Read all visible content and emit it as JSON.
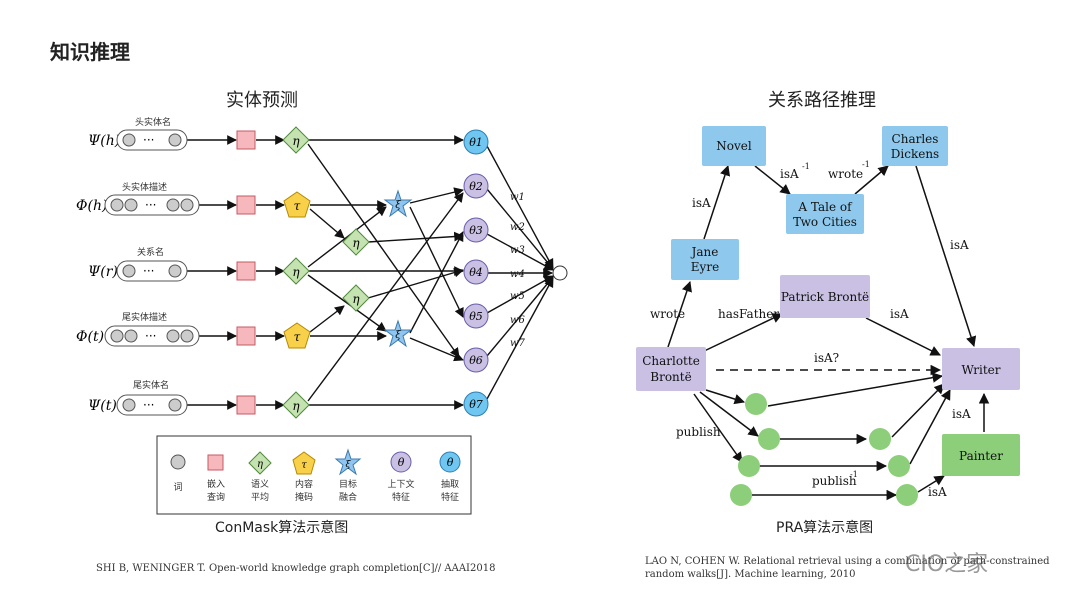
{
  "page": {
    "title": "知识推理"
  },
  "left": {
    "title": "实体预测",
    "caption": "ConMask算法示意图",
    "reference": "SHI B, WENINGER T. Open-world knowledge graph completion[C]// AAAI2018",
    "inputs": [
      {
        "label": "头实体名",
        "psi": "Ψ(h)"
      },
      {
        "label": "头实体描述",
        "psi": "Φ(h)"
      },
      {
        "label": "关系名",
        "psi": "Ψ(r)"
      },
      {
        "label": "尾实体描述",
        "psi": "Φ(t)"
      },
      {
        "label": "尾实体名",
        "psi": "Ψ(t)"
      }
    ],
    "symbols": {
      "eta": "η",
      "tau": "τ",
      "xi": "ξ",
      "dots": "···"
    },
    "thetas": [
      "θ1",
      "θ2",
      "θ3",
      "θ4",
      "θ5",
      "θ6",
      "θ7"
    ],
    "weights": [
      "w1",
      "w2",
      "w3",
      "w4",
      "w5",
      "w6",
      "w7"
    ],
    "legend": [
      {
        "symbol": "",
        "line1": "词",
        "line2": ""
      },
      {
        "symbol": "",
        "line1": "嵌入",
        "line2": "查询"
      },
      {
        "symbol": "η",
        "line1": "语义",
        "line2": "平均"
      },
      {
        "symbol": "τ",
        "line1": "内容",
        "line2": "掩码"
      },
      {
        "symbol": "ξ",
        "line1": "目标",
        "line2": "融合"
      },
      {
        "symbol": "θ",
        "line1": "上下文",
        "line2": "特征"
      },
      {
        "symbol": "θ",
        "line1": "抽取",
        "line2": "特征"
      }
    ],
    "colors": {
      "square": "#f6b8bc",
      "diamond": "#c5e3b0",
      "pentagon": "#f8d04a",
      "star": "#8fc5ee",
      "purple": "#c9c0e4",
      "blue": "#6ec6f1"
    }
  },
  "right": {
    "title": "关系路径推理",
    "caption": "PRA算法示意图",
    "reference_line1": "LAO N, COHEN W. Relational retrieval using a combination of path-constrained",
    "reference_line2": "random walks[J]. Machine learning, 2010",
    "nodes": {
      "novel": "Novel",
      "charles": [
        "Charles",
        "Dickens"
      ],
      "tale": [
        "A Tale of",
        "Two Cities"
      ],
      "jane": [
        "Jane",
        "Eyre"
      ],
      "patrick": "Patrick Brontë",
      "charlotte": [
        "Charlotte",
        "Brontë"
      ],
      "writer": "Writer",
      "painter": "Painter"
    },
    "edges": {
      "isA_novel": "isA",
      "isA_inv": "isA",
      "isA_inv_sup": "-1",
      "wrote_inv": "wrote",
      "wrote_inv_sup": "-1",
      "isA_charles": "isA",
      "wrote": "wrote",
      "hasFather": "hasFather",
      "isA_patrick": "isA",
      "isA_question": "isA?",
      "isA_painter": "isA",
      "publish": "publish",
      "publish_inv": "publish",
      "publish_inv_sup": "-1",
      "isA_green": "isA"
    },
    "colors": {
      "blue": "#8ec8ec",
      "purple": "#c9c0e4",
      "green": "#8dce7a"
    }
  },
  "watermark": "CIO之家"
}
